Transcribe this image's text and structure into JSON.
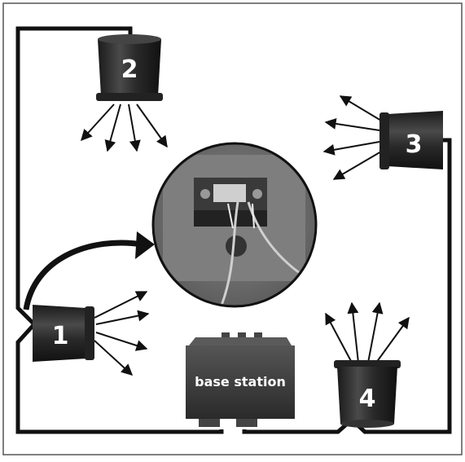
{
  "diagram": {
    "base_station_label": "base station",
    "speakers": [
      {
        "number": "1"
      },
      {
        "number": "2"
      },
      {
        "number": "3"
      },
      {
        "number": "4"
      }
    ]
  },
  "colors": {
    "wire": "#111111",
    "speaker_body": "#2a2a2a",
    "speaker_rim": "#555555",
    "base_station": "#3a3a3a",
    "label_text": "#ffffff",
    "border": "#555555"
  }
}
